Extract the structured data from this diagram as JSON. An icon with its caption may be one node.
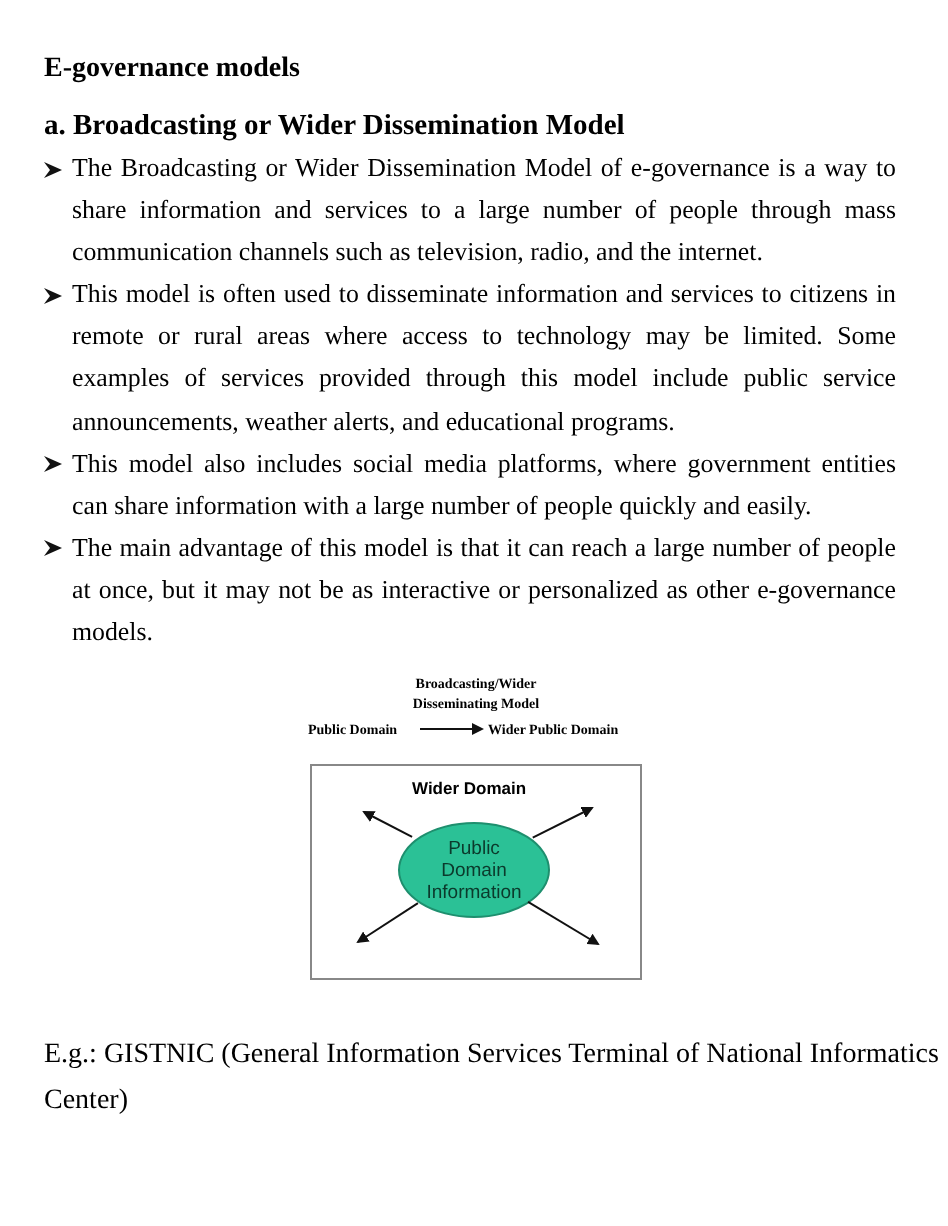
{
  "diagram": {
    "title": "E-governance models",
    "nodes": [
      {
        "text": [
          "Public Domain"
        ]
      },
      {
        "text": [
          "Wider Public Domain"
        ]
      },
      {
        "text": [
          "Wider Domain"
        ]
      },
      {
        "text": [
          "Public Domain Information"
        ],
        "in": 2
      }
    ],
    "edges": [
      {
        "from": 0,
        "to": 1,
        "arrow": "to"
      },
      {
        "from": 3,
        "to": null,
        "arrow": "to"
      },
      {
        "from": 3,
        "to": null,
        "arrow": "to"
      },
      {
        "from": 3,
        "to": null,
        "arrow": "to"
      },
      {
        "from": 3,
        "to": null,
        "arrow": "to"
      }
    ],
    "labels": [
      "a. Broadcasting or Wider Dissemination Model",
      "The Broadcasting or Wider Dissemination Model of e-governance is a way to share information and services to a large number of people through mass communication channels such as television, radio, and the internet.",
      "This model is often used to disseminate information and services to citizens in remote or rural areas where access to technology may be limited. Some examples of services provided through this model include public service announcements, weather alerts, and educational programs.",
      "This model also includes social media platforms, where government entities can share information with a large number of people quickly and easily.",
      "The main advantage of this model is that it can reach a large number of people at once, but it may not be as interactive or personalized as other e-governance models.",
      "Broadcasting/Wider Disseminating Model",
      "E.g.: GISTNIC (General Information Services Terminal of National Informatics Center)"
    ]
  }
}
